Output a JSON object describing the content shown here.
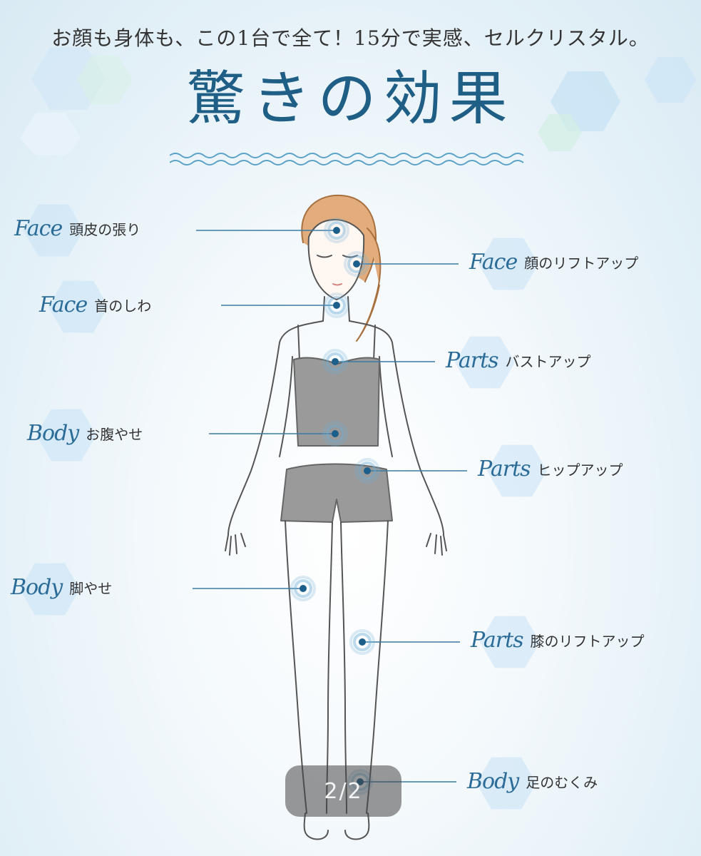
{
  "tagline": "お顔も身体も、この1台で全て！15分で実感、セルクリスタル。",
  "headline": "驚きの効果",
  "colors": {
    "accent": "#1f5f86",
    "category_text": "#2a6c97",
    "dot": "#1d5f8b",
    "hex_blue": "#c8e2f5",
    "hex_green": "#d6efe6"
  },
  "callouts": [
    {
      "category": "Face",
      "label": "頭皮の張り"
    },
    {
      "category": "Face",
      "label": "顔のリフトアップ"
    },
    {
      "category": "Face",
      "label": "首のしわ"
    },
    {
      "category": "Parts",
      "label": "バストアップ"
    },
    {
      "category": "Body",
      "label": "お腹やせ"
    },
    {
      "category": "Parts",
      "label": "ヒップアップ"
    },
    {
      "category": "Body",
      "label": "脚やせ"
    },
    {
      "category": "Parts",
      "label": "膝のリフトアップ"
    },
    {
      "category": "Body",
      "label": "足のむくみ"
    }
  ],
  "pager": {
    "current": "2",
    "total": "2",
    "text": "2/2"
  }
}
